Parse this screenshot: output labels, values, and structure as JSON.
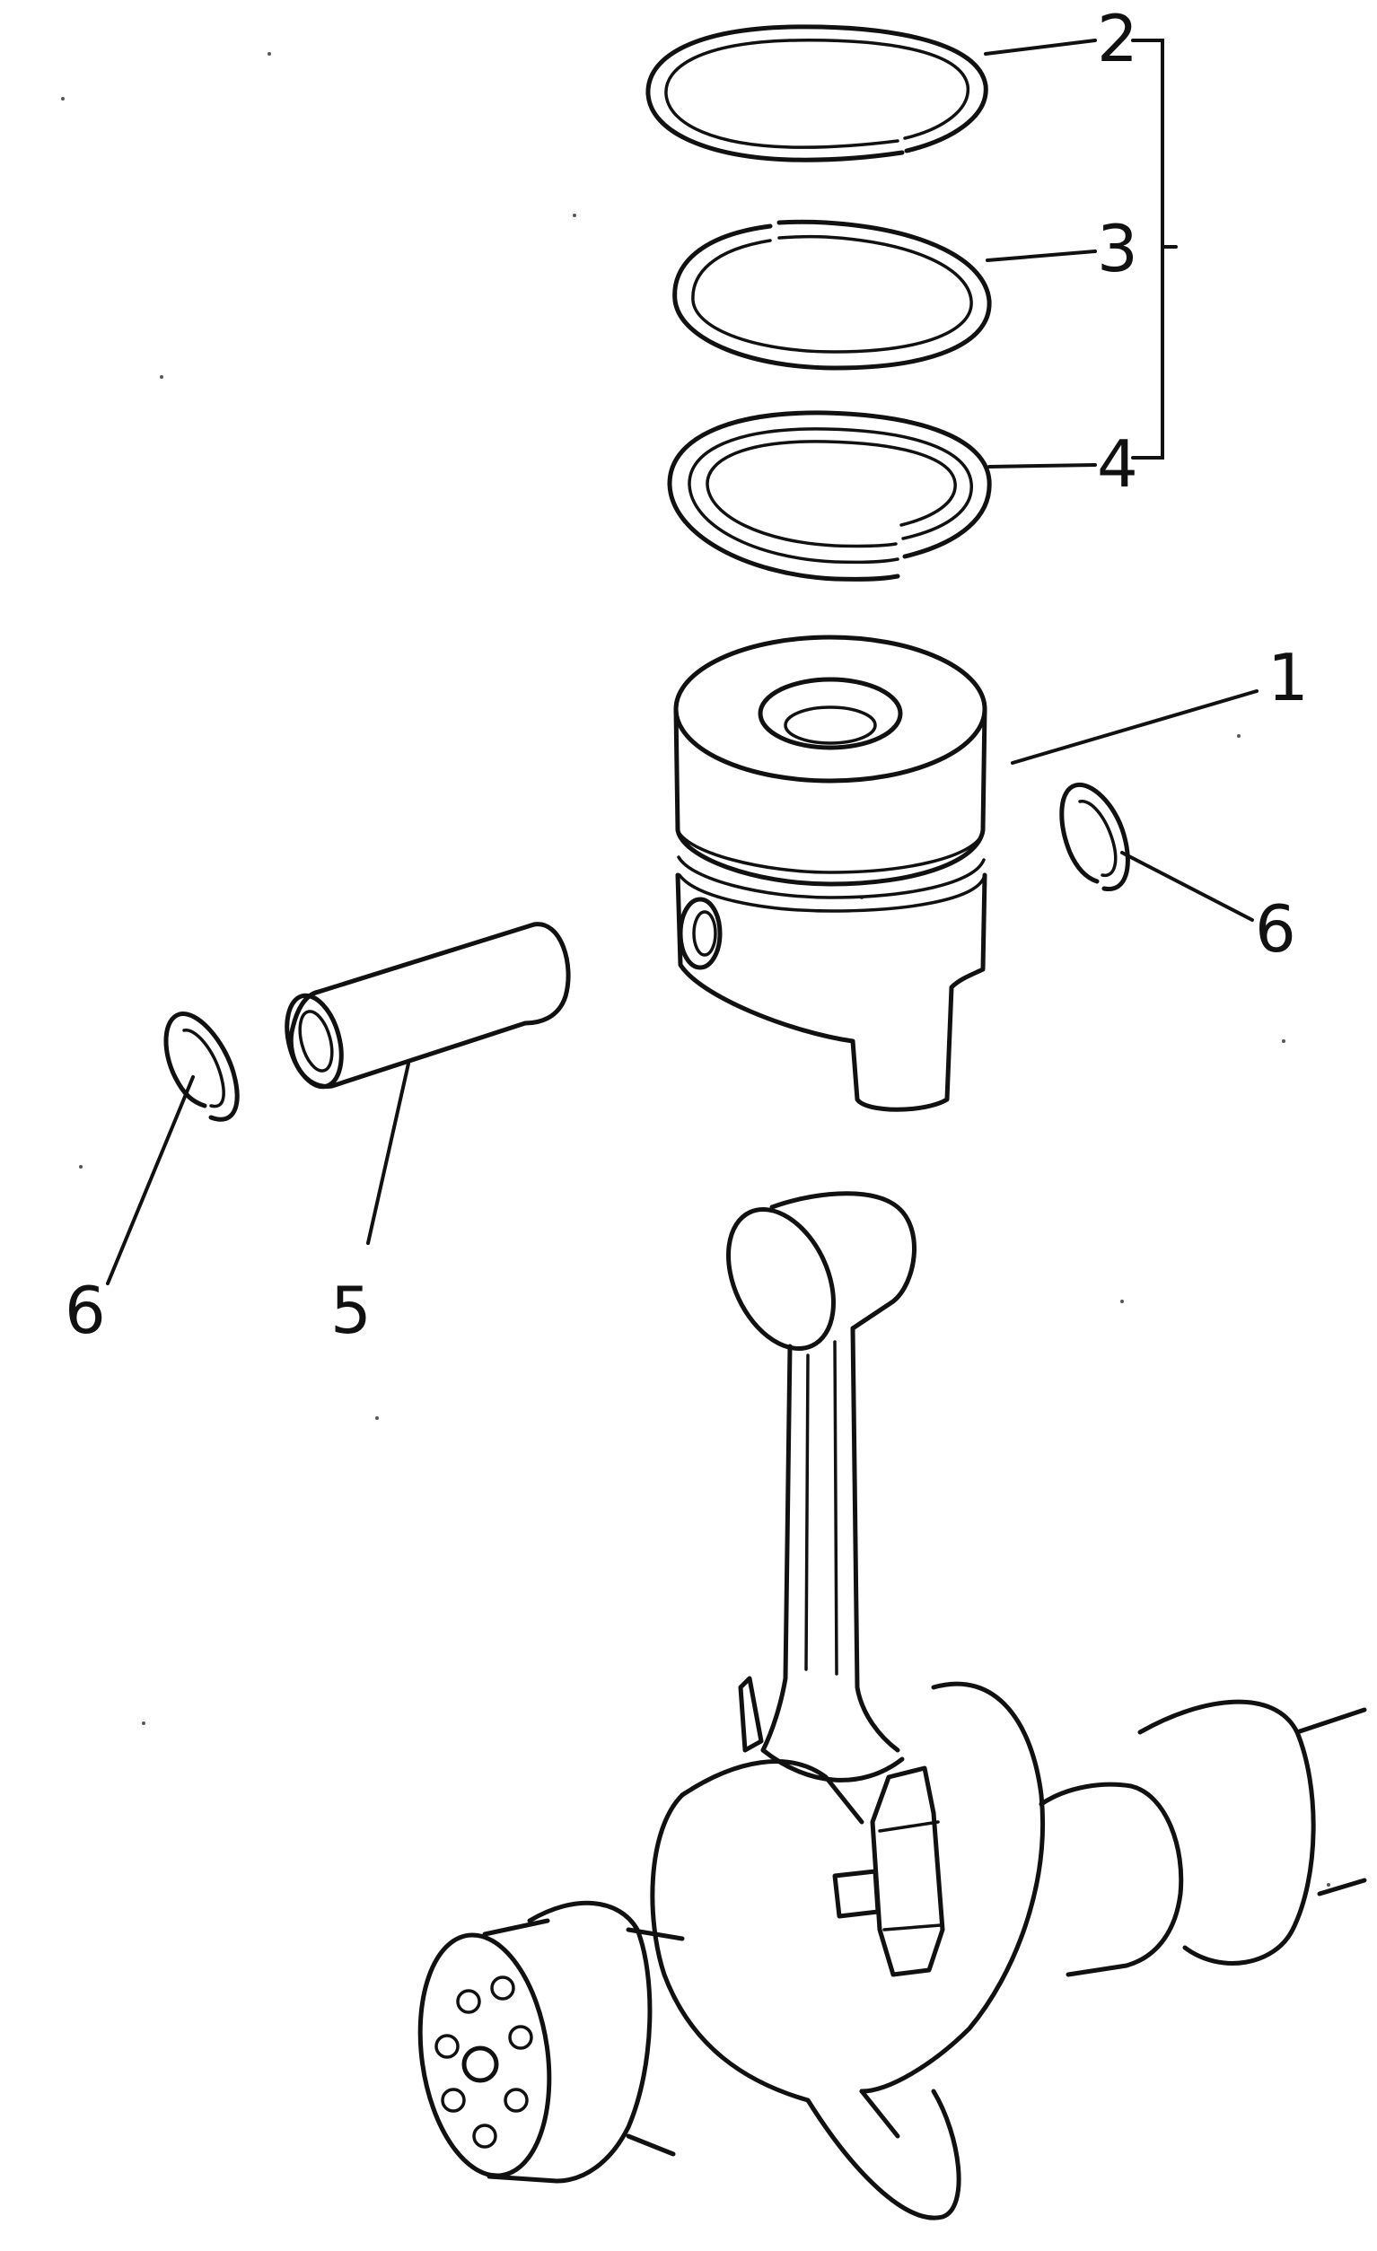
{
  "callouts": {
    "piston": "1",
    "ring_top": "2",
    "ring_second": "3",
    "ring_oil": "4",
    "piston_pin": "5",
    "circlip_left": "6",
    "circlip_right": "6"
  }
}
